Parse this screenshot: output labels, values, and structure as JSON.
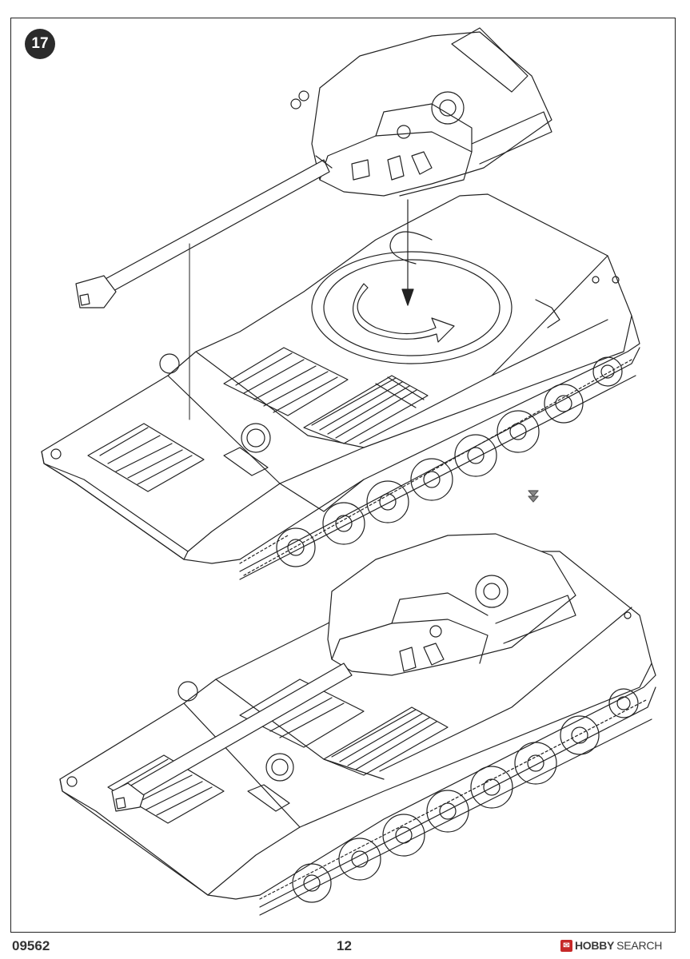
{
  "step": {
    "number": "17"
  },
  "footer": {
    "product_code": "09562",
    "page_number": "12"
  },
  "watermark": {
    "brand": "HOBBY",
    "search": "SEARCH",
    "logo_color": "#c62828"
  },
  "colors": {
    "line": "#222222",
    "badge": "#2b2b2b",
    "background": "#ffffff"
  },
  "icons": {
    "rotation_arrow": "curved-arrow-icon",
    "assembly_arrow": "down-arrow-icon",
    "result_marker": "down-chevron-icon"
  }
}
